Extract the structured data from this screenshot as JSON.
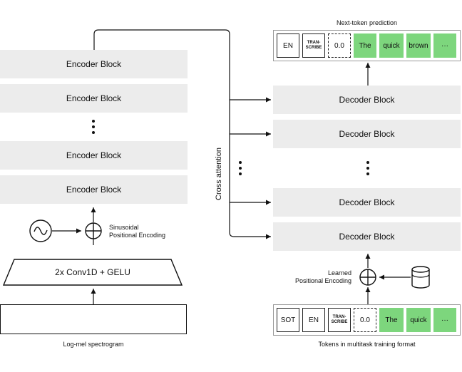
{
  "encoder": {
    "blocks": [
      "Encoder Block",
      "Encoder Block",
      "Encoder Block",
      "Encoder Block"
    ],
    "conv_label": "2x Conv1D + GELU",
    "positional_label_line1": "Sinusoidal",
    "positional_label_line2": "Positional Encoding",
    "input_caption": "Log-mel spectrogram"
  },
  "decoder": {
    "blocks": [
      "Decoder Block",
      "Decoder Block",
      "Decoder Block",
      "Decoder Block"
    ],
    "positional_label_line1": "Learned",
    "positional_label_line2": "Positional Encoding",
    "output_caption": "Next-token prediction",
    "input_caption": "Tokens in multitask training format"
  },
  "cross_attention_label": "Cross attention",
  "output_tokens": [
    {
      "text": "EN",
      "style": "plain"
    },
    {
      "text": "TRAN-\nSCRIBE",
      "style": "plain-small"
    },
    {
      "text": "0.0",
      "style": "dashed"
    },
    {
      "text": "The",
      "style": "green"
    },
    {
      "text": "quick",
      "style": "green"
    },
    {
      "text": "brown",
      "style": "green"
    },
    {
      "text": "···",
      "style": "green"
    }
  ],
  "input_tokens": [
    {
      "text": "SOT",
      "style": "plain"
    },
    {
      "text": "EN",
      "style": "plain"
    },
    {
      "text": "TRAN-\nSCRIBE",
      "style": "plain-small"
    },
    {
      "text": "0.0",
      "style": "dashed"
    },
    {
      "text": "The",
      "style": "green"
    },
    {
      "text": "quick",
      "style": "green"
    },
    {
      "text": "···",
      "style": "green"
    }
  ],
  "colors": {
    "block": "#ececec",
    "token_green": "#7dd67d",
    "line": "#111111"
  }
}
